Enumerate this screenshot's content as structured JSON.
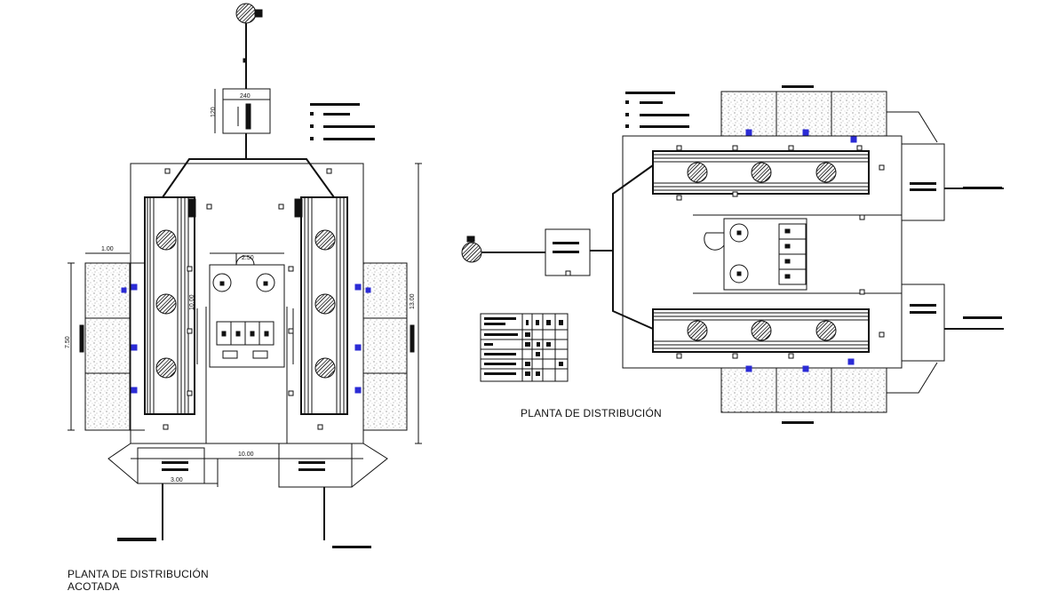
{
  "captions": {
    "left_title_line1": "PLANTA DE DISTRIBUCIÓN",
    "left_title_line2": "ACOTADA",
    "right_title": "PLANTA DE DISTRIBUCIÓN"
  },
  "dimensions": {
    "tank_label": "240",
    "tank_side": "120",
    "overall_width": "10.00",
    "overall_height": "13.00",
    "bed_width_top": "1.00",
    "bed_height": "7.50",
    "bottom_left": "3.00",
    "room_width": "2.50",
    "room_height": "10.00"
  },
  "colors": {
    "line": "#111111",
    "valve": "#2b2bd6",
    "hatch": "#444444"
  }
}
